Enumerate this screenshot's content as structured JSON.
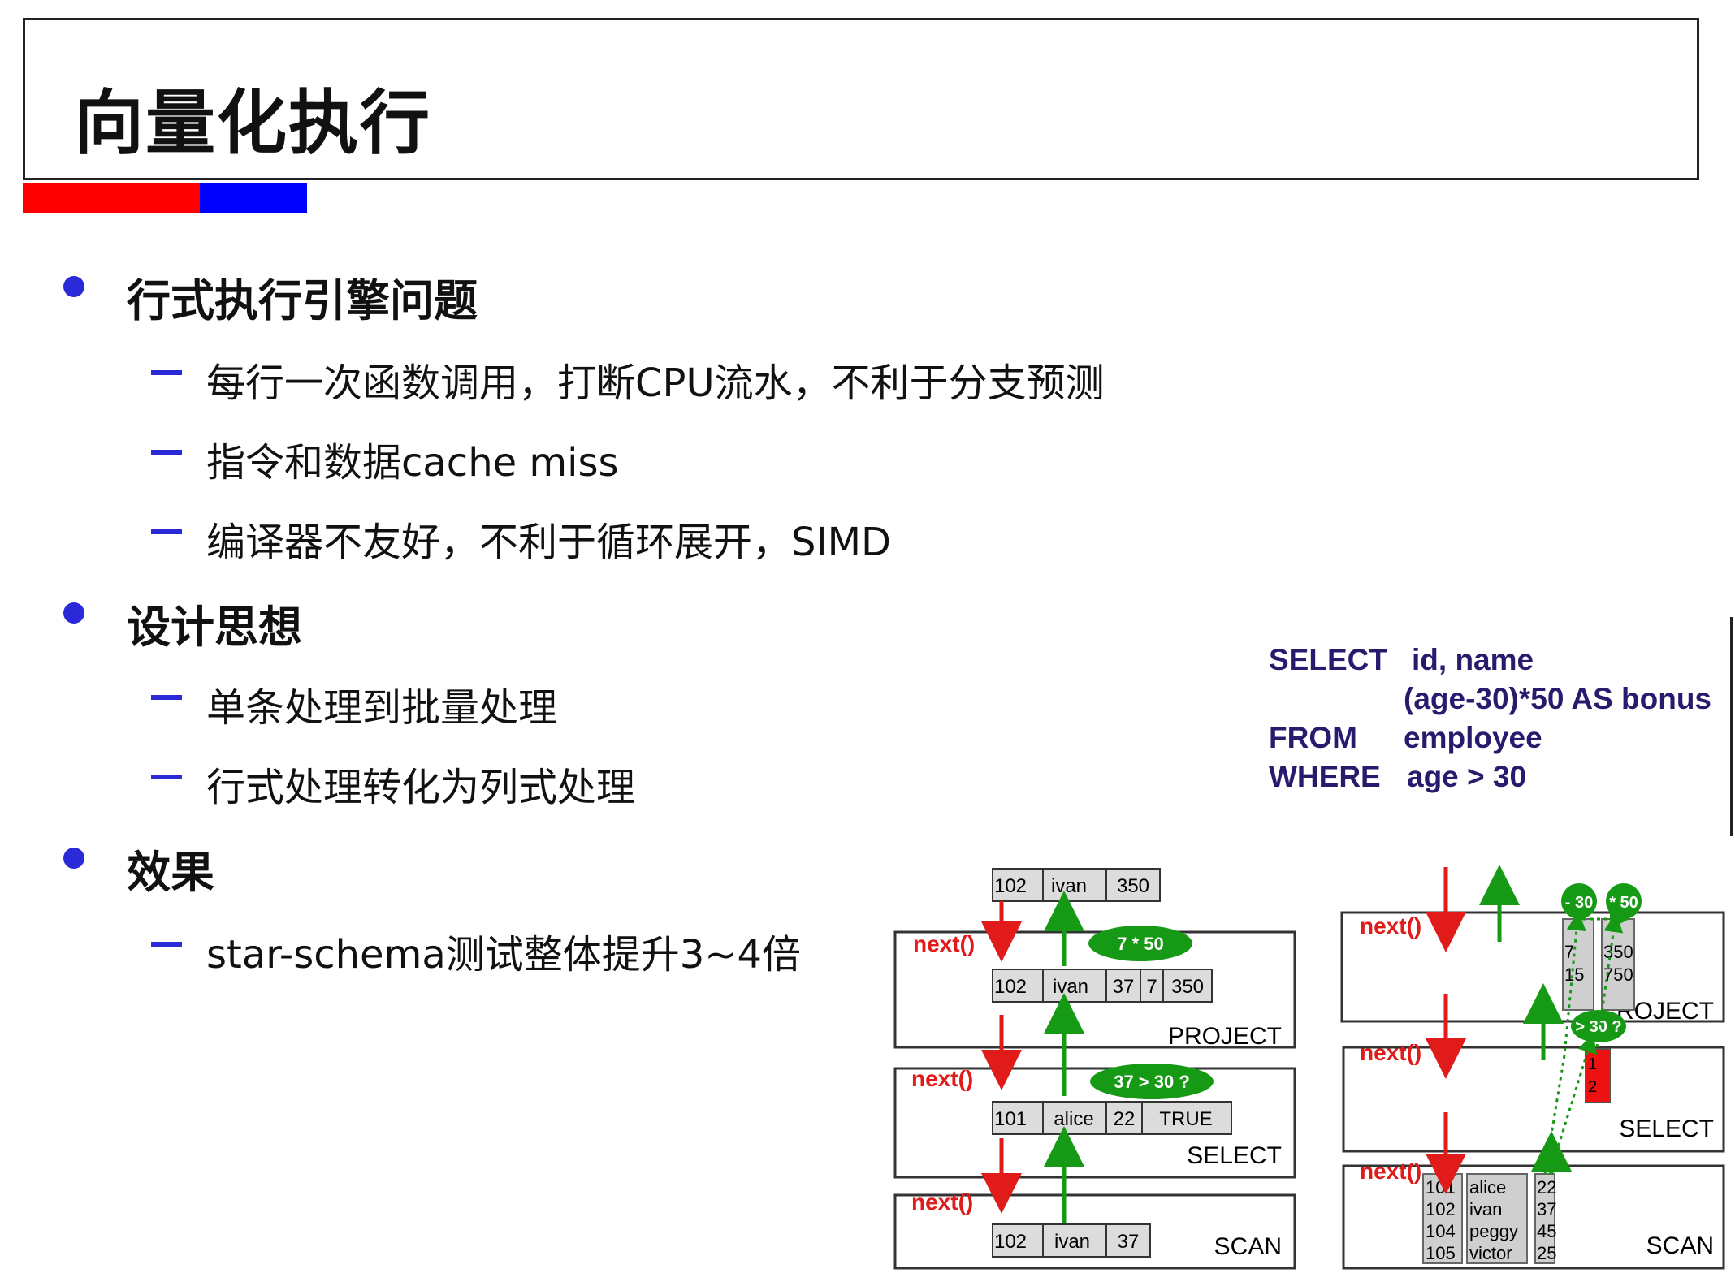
{
  "title": "向量化执行",
  "bullets": [
    {
      "label": "行式执行引擎问题",
      "subs": [
        "每行一次函数调用，打断CPU流水，不利于分支预测",
        "指令和数据cache miss",
        "编译器不友好，不利于循环展开，SIMD"
      ]
    },
    {
      "label": "设计思想",
      "subs": [
        "单条处理到批量处理",
        "行式处理转化为列式处理"
      ]
    },
    {
      "label": "效果",
      "subs": [
        "star-schema测试整体提升3~4倍"
      ]
    }
  ],
  "sql": {
    "kw_select": "SELECT",
    "select_cols": "id, name",
    "select_expr": "(age-30)*50 AS bonus",
    "kw_from": "FROM",
    "from_table": "employee",
    "kw_where": "WHERE",
    "where_cond": "age > 30"
  },
  "left_diagram": {
    "next_label": "next()",
    "top_row": [
      "102",
      "ivan",
      "350"
    ],
    "project": {
      "name": "PROJECT",
      "op": "7 * 50",
      "row": [
        "102",
        "ivan",
        "37",
        "7",
        "350"
      ]
    },
    "select": {
      "name": "SELECT",
      "op": "37 > 30 ?",
      "row": [
        "101",
        "alice",
        "22",
        "TRUE"
      ]
    },
    "scan": {
      "name": "SCAN",
      "row": [
        "102",
        "ivan",
        "37"
      ]
    }
  },
  "right_diagram": {
    "next_label": "next()",
    "project": {
      "name": "ROJECT",
      "op1": "- 30",
      "op2": "* 50",
      "col_a": [
        "7",
        "15"
      ],
      "col_b": [
        "350",
        "750"
      ]
    },
    "select": {
      "name": "SELECT",
      "op": "> 30 ?",
      "sel": [
        "1",
        "2"
      ]
    },
    "scan": {
      "name": "SCAN",
      "ids": [
        "101",
        "102",
        "104",
        "105"
      ],
      "names": [
        "alice",
        "ivan",
        "peggy",
        "victor"
      ],
      "ages": [
        "22",
        "37",
        "45",
        "25"
      ]
    }
  },
  "colors": {
    "accent_red": "#ff0000",
    "accent_blue": "#0000ff",
    "bullet": "#2a2ad8",
    "arrow_red": "#e11a1a",
    "arrow_green": "#169a16",
    "sql_text": "#2a1a6e"
  }
}
